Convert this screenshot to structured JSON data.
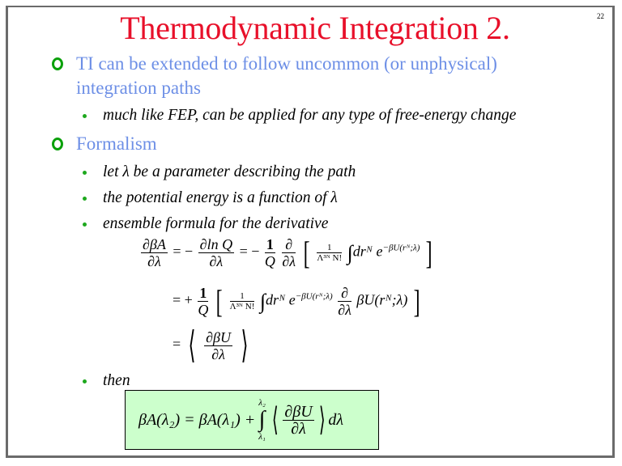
{
  "slide": {
    "title": "Thermodynamic Integration 2.",
    "number": "22",
    "colors": {
      "title": "#e8102a",
      "level1_text": "#6d8fe6",
      "level1_bullet": "#0aa00a",
      "level2_bullet": "#1ea81e",
      "frame": "#6b6b6b",
      "result_box_bg": "#ccffcc"
    }
  },
  "bullets": [
    {
      "text_line1": "TI can be extended to follow uncommon (or unphysical)",
      "text_line2": "integration paths",
      "sub": [
        "much like FEP, can be applied for any type of free-energy change"
      ]
    },
    {
      "text_line1": "Formalism",
      "sub": [
        "let λ be a parameter describing the path",
        "the potential energy is a function of λ",
        "ensemble formula for the derivative",
        "then"
      ]
    }
  ],
  "equations": {
    "line1": {
      "lhs_num": "∂βA",
      "lhs_den": "∂λ",
      "eq1": "= −",
      "t2_num": "∂ln Q",
      "t2_den": "∂λ",
      "eq2": "= −",
      "t3_num": "1",
      "t3_den": "Q",
      "t4_num": "∂",
      "t4_den": "∂λ",
      "pref_num": "1",
      "pref_den": "Λ³ᴺ N!",
      "integrand": "drᴺ e",
      "exponent": "−βU(rᴺ;λ)"
    },
    "line2": {
      "eq": "= +",
      "t1_num": "1",
      "t1_den": "Q",
      "pref_num": "1",
      "pref_den": "Λ³ᴺ N!",
      "integrand": "drᴺ e",
      "exponent": "−βU(rᴺ;λ)",
      "d_num": "∂",
      "d_den": "∂λ",
      "tail": "βU(rᴺ;λ)"
    },
    "line3": {
      "eq": "=",
      "num": "∂βU",
      "den": "∂λ"
    },
    "result": {
      "lhs": "βA(λ₂) = βA(λ₁) +",
      "upper": "λ₂",
      "lower": "λ₁",
      "num": "∂βU",
      "den": "∂λ",
      "tail": "dλ"
    }
  }
}
